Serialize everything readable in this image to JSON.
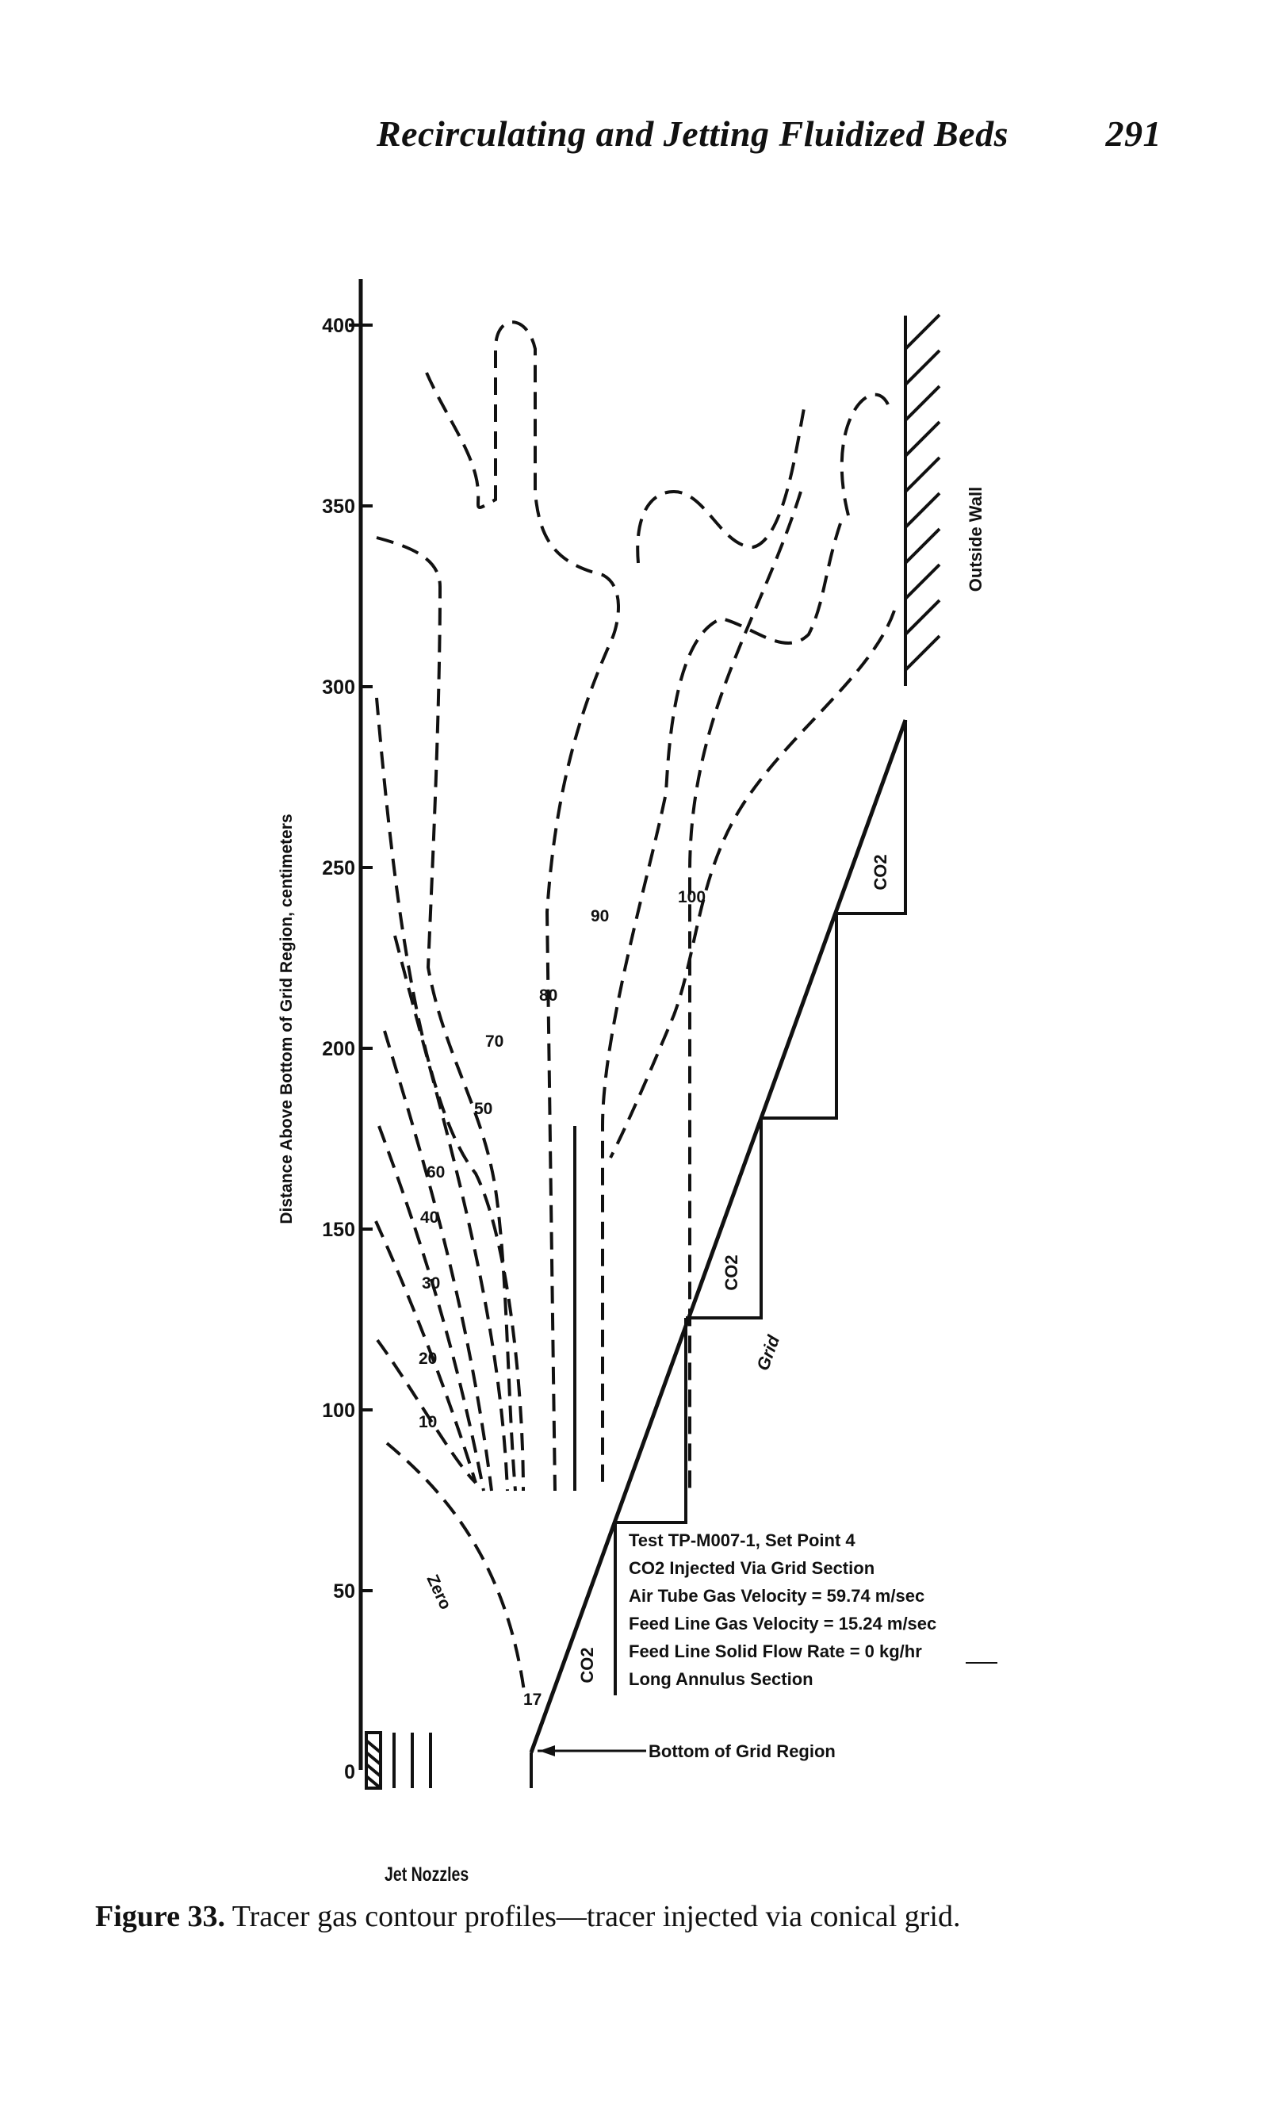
{
  "header": {
    "title": "Recirculating and Jetting Fluidized Beds",
    "page_number": "291"
  },
  "figure": {
    "y_axis_label": "Distance Above Bottom of Grid Region, centimeters",
    "y_ticks": [
      "400",
      "350",
      "300",
      "250",
      "200",
      "150",
      "100",
      "50",
      "0"
    ],
    "contour_labels": [
      "Zero",
      "17",
      "10",
      "20",
      "30",
      "40",
      "60",
      "50",
      "70",
      "80",
      "90",
      "100"
    ],
    "outside_wall_label": "Outside Wall",
    "grid_label": "Grid",
    "co2_label": "CO2",
    "bottom_of_grid_label": "Bottom of Grid Region",
    "jet_nozzles_label": "Jet Nozzles",
    "test_info": [
      "Test TP-M007-1, Set Point 4",
      "CO2 Injected Via Grid Section",
      "Air Tube Gas Velocity = 59.74 m/sec",
      "Feed Line Gas Velocity = 15.24 m/sec",
      "Feed Line Solid Flow Rate = 0 kg/hr",
      "Long Annulus Section"
    ]
  },
  "caption": {
    "label": "Figure 33.",
    "text": "Tracer gas contour profiles—tracer injected via conical grid."
  }
}
